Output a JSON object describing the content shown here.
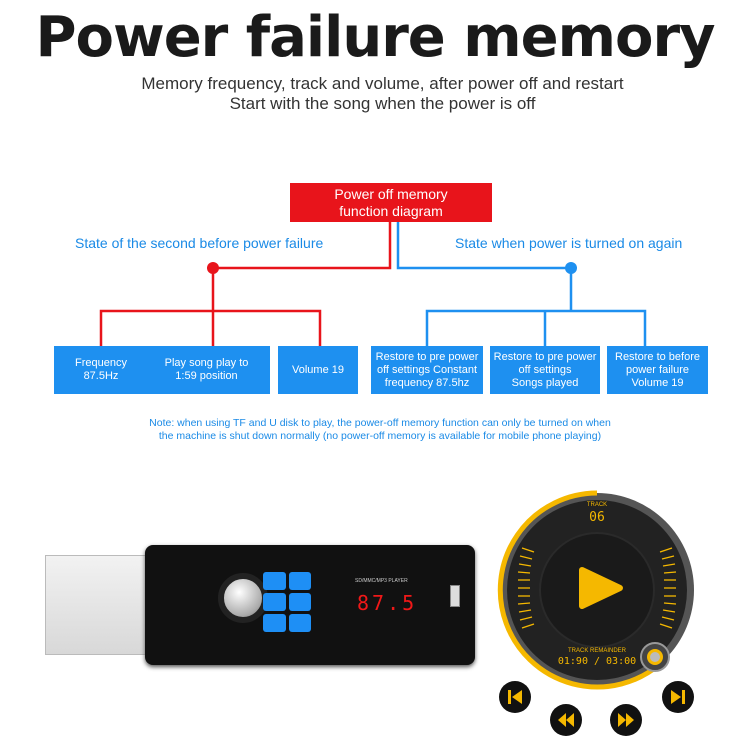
{
  "title": "Power failure memory",
  "subtitle": [
    "Memory frequency, track and volume, after power off and restart",
    "Start with the song when the power is off"
  ],
  "diagram": {
    "root": "Power off memory\nfunction diagram",
    "left_label": "State of the second before power failure",
    "right_label": "State when power is turned on again",
    "left_boxes": [
      "Frequency\n87.5Hz",
      "Play song play to\n1:59 position",
      "Volume 19"
    ],
    "right_boxes": [
      "Restore to pre power\noff settings  Constant\nfrequency 87.5hz",
      "Restore to pre power\noff settings\nSongs played",
      "Restore to before\npower failure\nVolume 19"
    ],
    "colors": {
      "red": "#e8141b",
      "blue": "#1e90f0"
    }
  },
  "note": "Note: when using TF and U disk to play, the power-off memory function can only be turned on when\nthe machine is shut down normally (no power-off memory is available for mobile phone playing)",
  "radio": {
    "label": "SD/MMC/MP3 PLAYER",
    "display": "87.5"
  },
  "player": {
    "track_label": "TRACK",
    "track": "06",
    "remainder_label": "TRACK REMAINDER",
    "time": "01:90 / 03:00",
    "accent": "#f5b800"
  }
}
